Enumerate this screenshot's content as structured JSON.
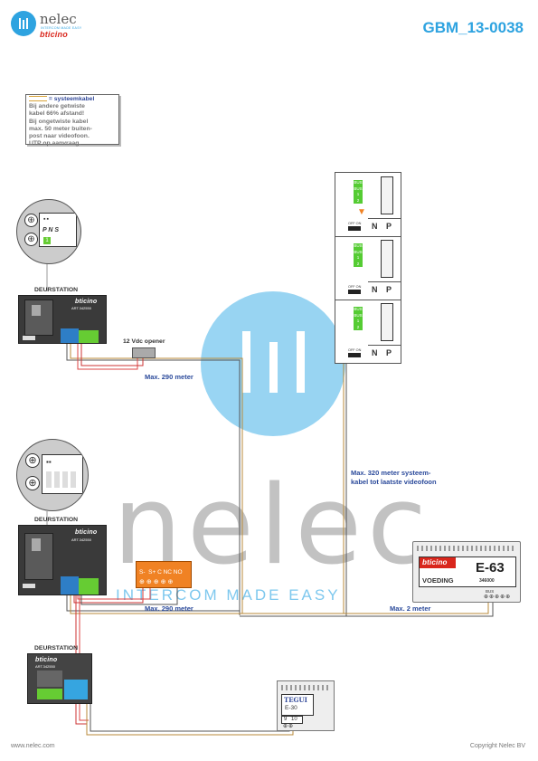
{
  "header": {
    "brand_name": "nelec",
    "brand_tagline": "INTERCOM MADE EASY",
    "brand_partner": "bticino",
    "document_id": "GBM_13-0038"
  },
  "legend": {
    "title": "= systeemkabel",
    "lines": [
      "Bij andere getwiste",
      "kabel 66% afstand!",
      "Bij ongetwiste kabel",
      "max. 50 meter buiten-",
      "post naar videofoon.",
      "UTP op aanvraag."
    ]
  },
  "door_stations": [
    {
      "label": "DEURSTATION",
      "brand": "bticino",
      "model": "ART.342550"
    },
    {
      "label": "DEURSTATION",
      "brand": "bticino",
      "model": "ART.342550"
    },
    {
      "label": "DEURSTATION",
      "brand": "bticino",
      "model": "ART.342550"
    }
  ],
  "zoom_terminals": {
    "terminals": [
      "P",
      "N",
      "S"
    ],
    "selector": "1"
  },
  "opener": {
    "label": "12 Vdc opener"
  },
  "relay": {
    "terminals": [
      "S-",
      "S+",
      "C",
      "NC",
      "NO"
    ]
  },
  "videophones": {
    "terminal_labels": [
      "BUS",
      "BUS",
      "1",
      "2"
    ],
    "switch_label": "OFF ON",
    "bottom_labels": [
      "N",
      "P"
    ],
    "count": 3
  },
  "power_supply": {
    "brand": "bticino",
    "model": "E-63",
    "label": "VOEDING",
    "article": "346000",
    "terminal_label": "BUS"
  },
  "tegui": {
    "brand": "TEGUI",
    "model": "E-30",
    "terminals": [
      "9",
      "10"
    ]
  },
  "distances": {
    "top_run": "Max. 290 meter",
    "middle_run": "Max. 290 meter",
    "psu_run": "Max. 2 meter",
    "system_run_1": "Max. 320 meter systeem-",
    "system_run_2": "kabel tot laatste videofoon"
  },
  "watermark": {
    "word": "nelec",
    "tagline": "INTERCOM MADE EASY"
  },
  "footer": {
    "website": "www.nelec.com",
    "copyright": "Copyright Nelec BV"
  }
}
